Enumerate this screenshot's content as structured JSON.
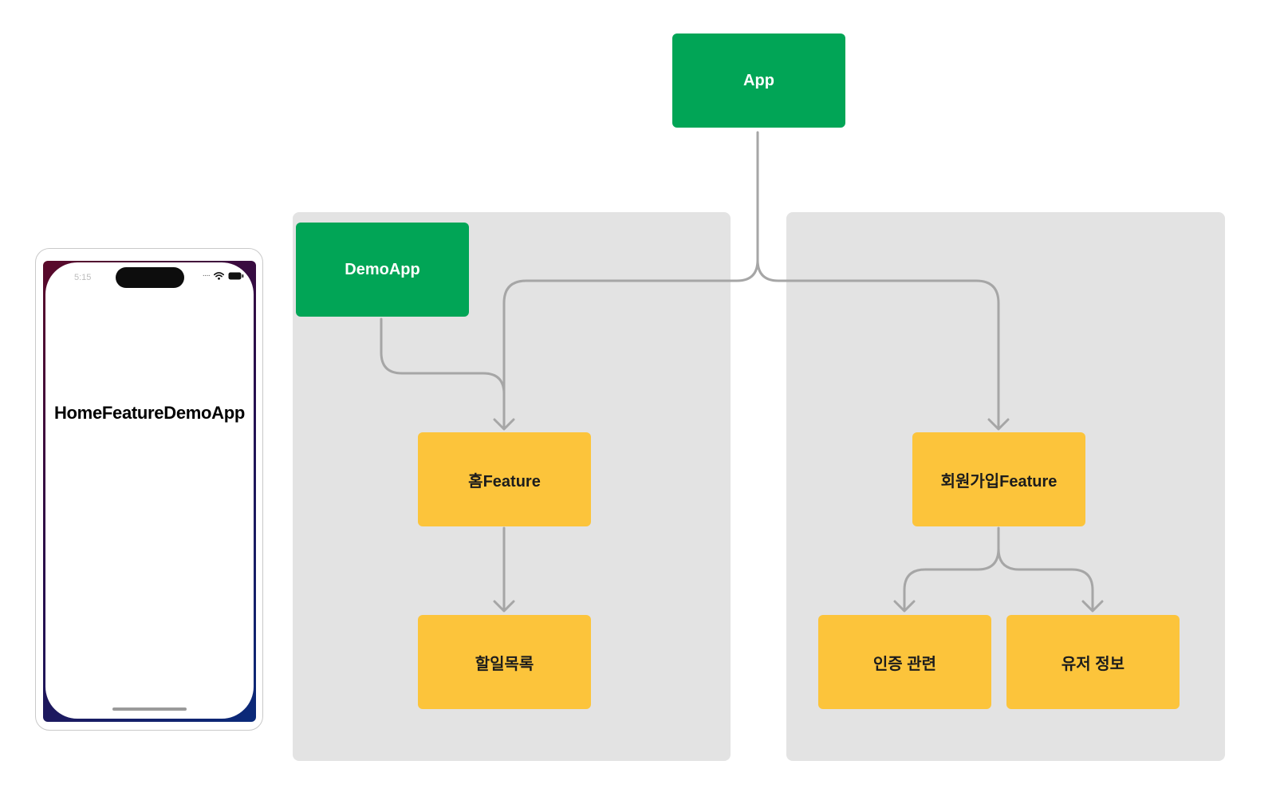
{
  "phone": {
    "status_time": "5:15",
    "screen_title": "HomeFeatureDemoApp"
  },
  "diagram": {
    "nodes": {
      "app": "App",
      "demo_app": "DemoApp",
      "home_feature": "홈Feature",
      "todo_list": "할일목록",
      "signup_feature": "회원가입Feature",
      "auth": "인증 관련",
      "user_info": "유저 정보"
    },
    "colors": {
      "app_node": "#01a556",
      "feature_node": "#fcc43b",
      "group_panel": "#e3e3e3",
      "connector": "#a6a6a6"
    }
  }
}
